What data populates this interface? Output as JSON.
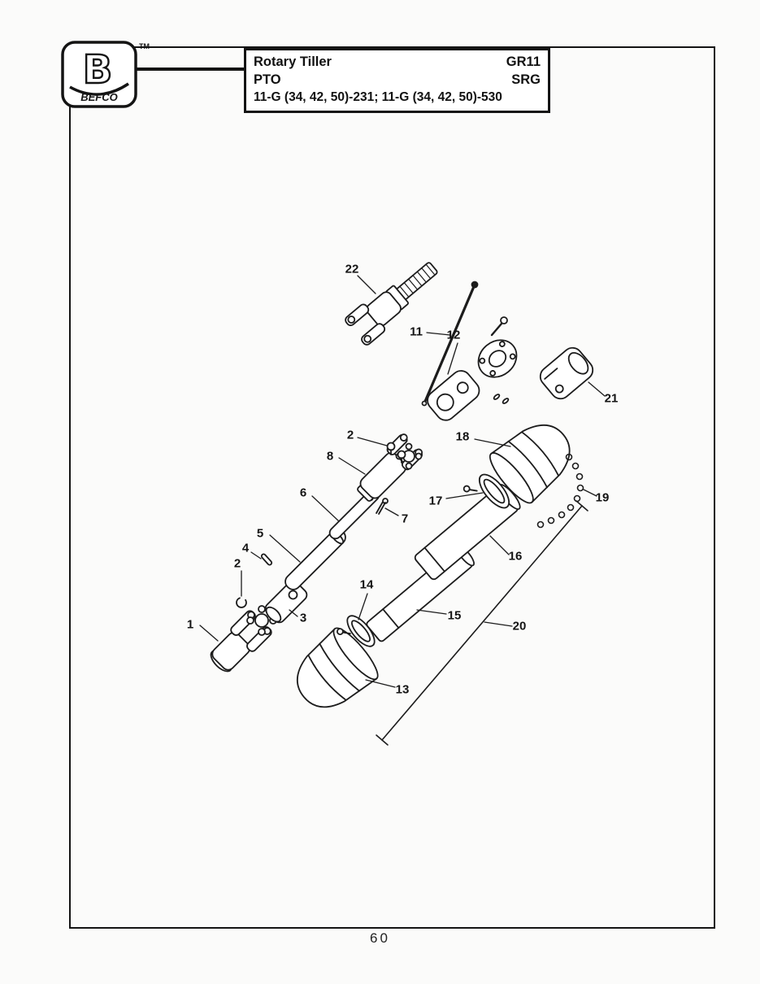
{
  "logo": {
    "letter": "B",
    "brand": "BEFCO",
    "trademark": "TM"
  },
  "header": {
    "product": "Rotary Tiller",
    "code1": "GR11",
    "category": "PTO",
    "code2": "SRG",
    "models": "11-G (34, 42, 50)-231; 11-G (34, 42, 50)-530"
  },
  "page": {
    "number": "60"
  },
  "diagram": {
    "callouts": [
      {
        "label": "22"
      },
      {
        "label": "11"
      },
      {
        "label": "12"
      },
      {
        "label": "21"
      },
      {
        "label": "2"
      },
      {
        "label": "18"
      },
      {
        "label": "8"
      },
      {
        "label": "6"
      },
      {
        "label": "17"
      },
      {
        "label": "19"
      },
      {
        "label": "7"
      },
      {
        "label": "5"
      },
      {
        "label": "16"
      },
      {
        "label": "4"
      },
      {
        "label": "2"
      },
      {
        "label": "14"
      },
      {
        "label": "3"
      },
      {
        "label": "15"
      },
      {
        "label": "20"
      },
      {
        "label": "1"
      },
      {
        "label": "13"
      }
    ]
  }
}
